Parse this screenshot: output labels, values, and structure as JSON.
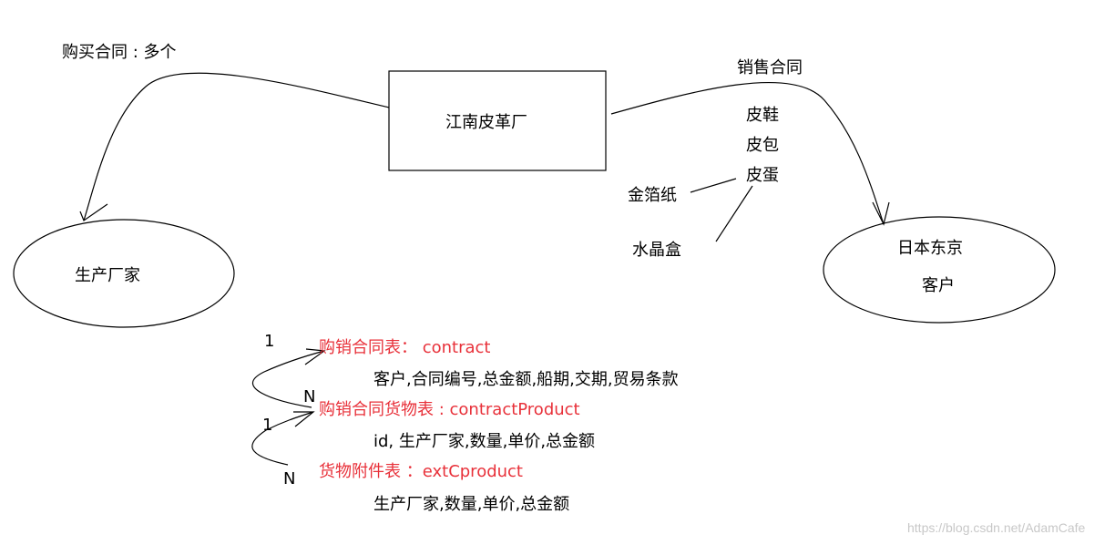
{
  "top": {
    "purchase_contract": "购买合同 : 多个",
    "factory": "江南皮革厂",
    "sales_contract": "销售合同",
    "manufacturer": "生产厂家",
    "customer_line1": "日本东京",
    "customer_line2": "客户"
  },
  "products": {
    "shoes": "皮鞋",
    "bag": "皮包",
    "egg": "皮蛋",
    "gold_foil": "金箔纸",
    "crystal_box": "水晶盒"
  },
  "tables": [
    {
      "name": "购销合同表： contract",
      "fields": "客户,合同编号,总金额,船期,交期,贸易条款"
    },
    {
      "name": "购销合同货物表 : contractProduct",
      "fields": "id, 生产厂家,数量,单价,总金额"
    },
    {
      "name": "货物附件表 ：extCproduct",
      "fields": "生产厂家,数量,单价,总金额"
    }
  ],
  "relations": [
    {
      "one": "1",
      "many": "N"
    },
    {
      "one": "1",
      "many": "N"
    }
  ],
  "colors": {
    "table_name": "#e8313a",
    "line": "#000000"
  },
  "watermark": "https://blog.csdn.net/AdamCafe"
}
